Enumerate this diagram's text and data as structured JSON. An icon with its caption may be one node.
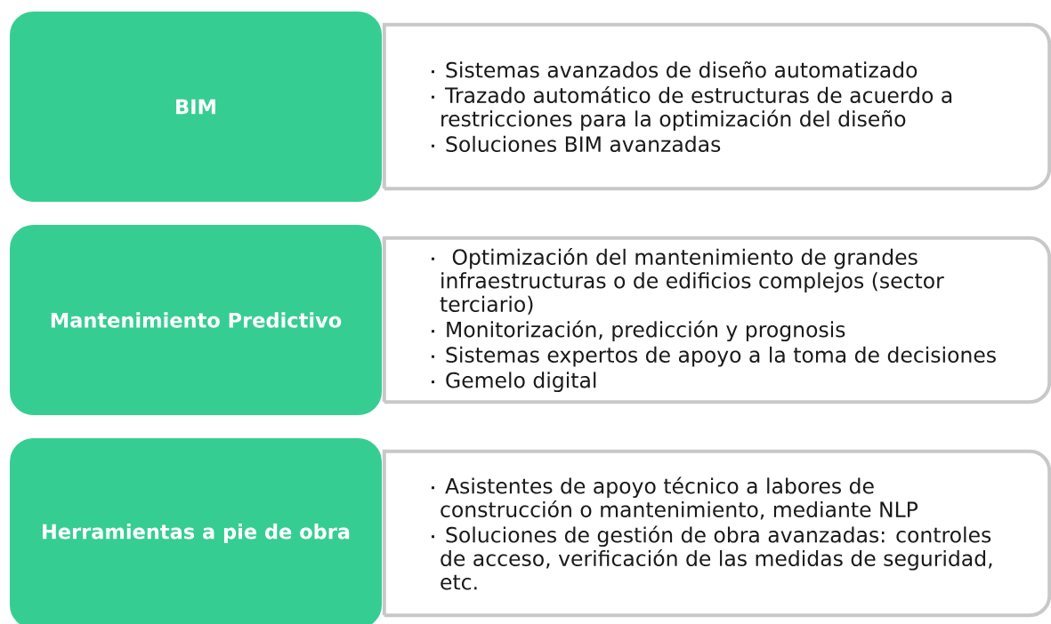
{
  "diagram": {
    "nodes": [
      {
        "text": [
          "BIM"
        ]
      },
      {
        "text": [
          "Sistemas avanzados de diseño automatizado",
          "Trazado automático de estructuras de acuerdo a restricciones para la optimización del diseño",
          "Soluciones BIM avanzadas"
        ]
      },
      {
        "text": [
          "Mantenimiento Predictivo"
        ]
      },
      {
        "text": [
          " Optimización del mantenimiento de grandes infraestructuras o de edificios complejos (sector terciario)",
          "Monitorización, predicción y prognosis",
          "Sistemas expertos de apoyo a la toma de decisiones",
          "Gemelo digital"
        ]
      },
      {
        "text": [
          "Herramientas a pie de obra"
        ]
      },
      {
        "text": [
          "Asistentes de apoyo técnico a labores de construcción o mantenimiento, mediante NLP",
          "Soluciones de gestión de obra avanzadas: controles de acceso, verificación de las medidas de seguridad, etc."
        ]
      }
    ]
  }
}
